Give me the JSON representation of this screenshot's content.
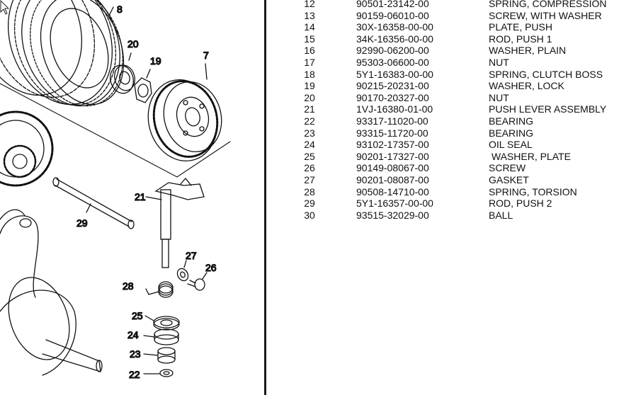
{
  "diagram": {
    "callouts": [
      "8",
      "20",
      "19",
      "7",
      "21",
      "29",
      "27",
      "26",
      "28",
      "25",
      "24",
      "23",
      "22"
    ]
  },
  "parts": [
    {
      "ref": "12",
      "part": "90501-23142-00",
      "desc": "SPRING, COMPRESSION"
    },
    {
      "ref": "13",
      "part": "90159-06010-00",
      "desc": "SCREW, WITH WASHER"
    },
    {
      "ref": "14",
      "part": "30X-16358-00-00",
      "desc": "PLATE, PUSH"
    },
    {
      "ref": "15",
      "part": "34K-16356-00-00",
      "desc": "ROD, PUSH 1"
    },
    {
      "ref": "16",
      "part": "92990-06200-00",
      "desc": "WASHER, PLAIN"
    },
    {
      "ref": "17",
      "part": "95303-06600-00",
      "desc": "NUT"
    },
    {
      "ref": "18",
      "part": "5Y1-16383-00-00",
      "desc": "SPRING, CLUTCH BOSS"
    },
    {
      "ref": "19",
      "part": "90215-20231-00",
      "desc": "WASHER, LOCK"
    },
    {
      "ref": "20",
      "part": "90170-20327-00",
      "desc": "NUT"
    },
    {
      "ref": "21",
      "part": "1VJ-16380-01-00",
      "desc": "PUSH LEVER ASSEMBLY"
    },
    {
      "ref": "22",
      "part": "93317-11020-00",
      "desc": "BEARING"
    },
    {
      "ref": "23",
      "part": "93315-11720-00",
      "desc": "BEARING"
    },
    {
      "ref": "24",
      "part": "93102-17357-00",
      "desc": "OIL SEAL"
    },
    {
      "ref": "25",
      "part": "90201-17327-00",
      "desc": " WASHER, PLATE"
    },
    {
      "ref": "26",
      "part": "90149-08067-00",
      "desc": "SCREW"
    },
    {
      "ref": "27",
      "part": "90201-08087-00",
      "desc": "GASKET"
    },
    {
      "ref": "28",
      "part": "90508-14710-00",
      "desc": "SPRING, TORSION"
    },
    {
      "ref": "29",
      "part": "5Y1-16357-00-00",
      "desc": "ROD, PUSH 2"
    },
    {
      "ref": "30",
      "part": "93515-32029-00",
      "desc": "BALL"
    }
  ]
}
